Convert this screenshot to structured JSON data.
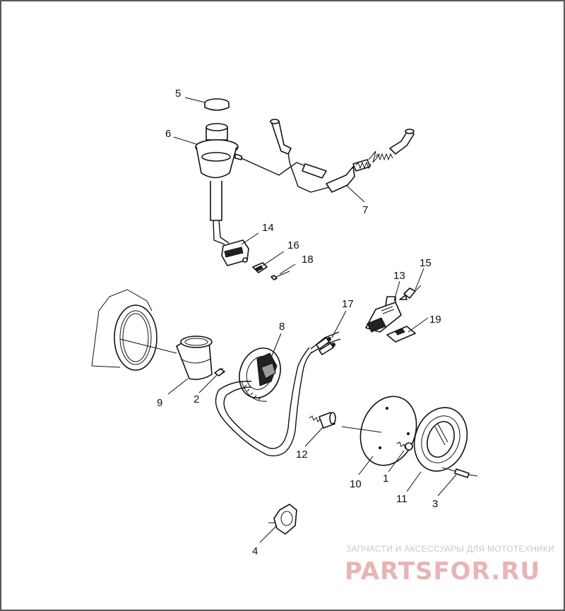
{
  "callouts": [
    {
      "id": "c5",
      "text": "5"
    },
    {
      "id": "c6",
      "text": "6"
    },
    {
      "id": "c7",
      "text": "7"
    },
    {
      "id": "c14",
      "text": "14"
    },
    {
      "id": "c16",
      "text": "16"
    },
    {
      "id": "c18",
      "text": "18"
    },
    {
      "id": "c13",
      "text": "13"
    },
    {
      "id": "c15",
      "text": "15"
    },
    {
      "id": "c17",
      "text": "17"
    },
    {
      "id": "c19",
      "text": "19"
    },
    {
      "id": "c8",
      "text": "8"
    },
    {
      "id": "c9",
      "text": "9"
    },
    {
      "id": "c2",
      "text": "2"
    },
    {
      "id": "c12",
      "text": "12"
    },
    {
      "id": "c10",
      "text": "10"
    },
    {
      "id": "c1",
      "text": "1"
    },
    {
      "id": "c11",
      "text": "11"
    },
    {
      "id": "c3",
      "text": "3"
    },
    {
      "id": "c4",
      "text": "4"
    }
  ],
  "watermark": {
    "tagline": "ЗАПЧАСТИ И АКСЕССУАРЫ ДЛЯ МОТОТЕХНИКИ",
    "brand": "PARTSFOR.RU"
  }
}
